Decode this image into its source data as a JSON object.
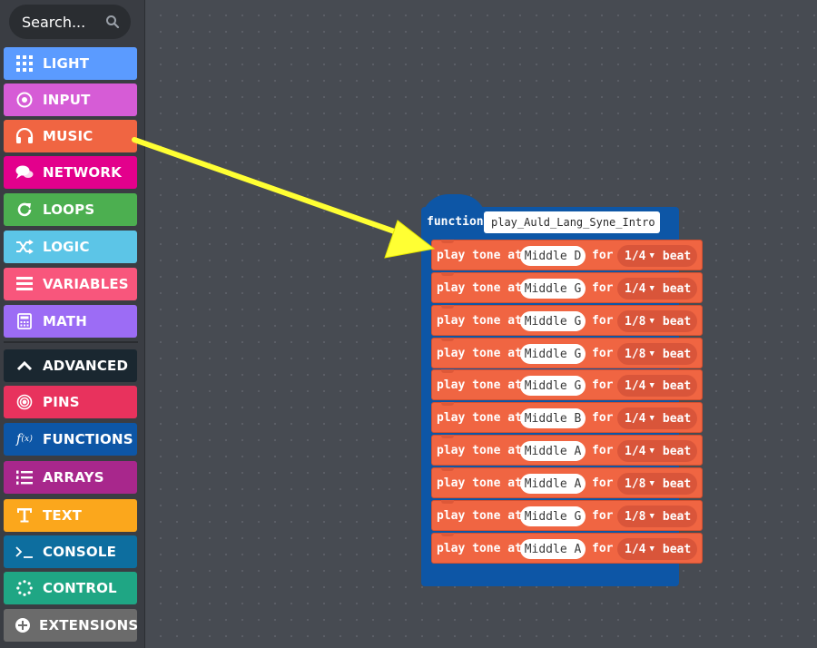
{
  "search": {
    "placeholder": "Search..."
  },
  "categories": [
    {
      "label": "LIGHT",
      "color": "#5b9bff",
      "icon": "grid-icon"
    },
    {
      "label": "INPUT",
      "color": "#d65cd6",
      "icon": "target-icon"
    },
    {
      "label": "MUSIC",
      "color": "#f06542",
      "icon": "headphones-icon"
    },
    {
      "label": "NETWORK",
      "color": "#e3008c",
      "icon": "chat-icon"
    },
    {
      "label": "LOOPS",
      "color": "#4caf50",
      "icon": "refresh-icon"
    },
    {
      "label": "LOGIC",
      "color": "#5cc5e7",
      "icon": "shuffle-icon"
    },
    {
      "label": "VARIABLES",
      "color": "#f8567c",
      "icon": "list-icon"
    },
    {
      "label": "MATH",
      "color": "#9c6cf5",
      "icon": "calculator-icon"
    },
    {
      "label": "ADVANCED",
      "color": "#1a2730",
      "icon": "chevron-up-icon"
    },
    {
      "label": "PINS",
      "color": "#e8325d",
      "icon": "pins-icon"
    },
    {
      "label": "FUNCTIONS",
      "color": "#0d56a6",
      "icon": "function-icon"
    },
    {
      "label": "ARRAYS",
      "color": "#a8278c",
      "icon": "numbered-list-icon"
    },
    {
      "label": "TEXT",
      "color": "#fba71c",
      "icon": "text-icon"
    },
    {
      "label": "CONSOLE",
      "color": "#0d6e9f",
      "icon": "terminal-icon"
    },
    {
      "label": "CONTROL",
      "color": "#1fa684",
      "icon": "spinner-icon"
    },
    {
      "label": "EXTENSIONS",
      "color": "#6b6b6b",
      "icon": "plus-circle-icon"
    }
  ],
  "function_block": {
    "keyword": "function",
    "name": "play_Auld_Lang_Syne_Intro",
    "color": "#0d56a6"
  },
  "tone_block": {
    "prefix": "play tone at",
    "mid": "for",
    "suffix": "beat",
    "color": "#f06542"
  },
  "tones": [
    {
      "note": "Middle D",
      "beat": "1/4"
    },
    {
      "note": "Middle G",
      "beat": "1/4"
    },
    {
      "note": "Middle G",
      "beat": "1/8"
    },
    {
      "note": "Middle G",
      "beat": "1/8"
    },
    {
      "note": "Middle G",
      "beat": "1/4"
    },
    {
      "note": "Middle B",
      "beat": "1/4"
    },
    {
      "note": "Middle A",
      "beat": "1/4"
    },
    {
      "note": "Middle A",
      "beat": "1/8"
    },
    {
      "note": "Middle G",
      "beat": "1/8"
    },
    {
      "note": "Middle A",
      "beat": "1/4"
    }
  ],
  "annotation": {
    "arrow_color": "#ffff33"
  }
}
